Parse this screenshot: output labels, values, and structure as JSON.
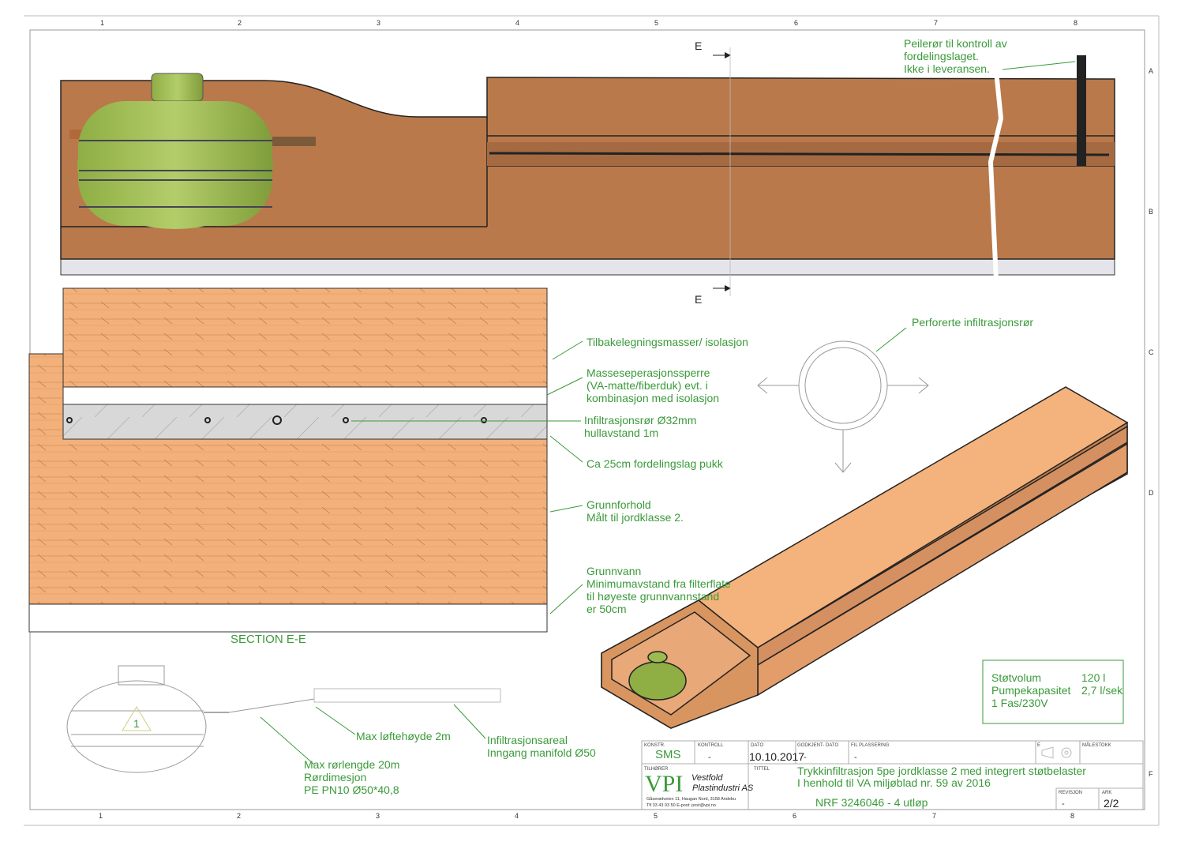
{
  "frame": {
    "columns": [
      "1",
      "2",
      "3",
      "4",
      "5",
      "6",
      "7",
      "8"
    ],
    "rows": [
      "A",
      "B",
      "C",
      "D",
      "F"
    ]
  },
  "elevation": {
    "section_marker": "E",
    "note": [
      "Peilerør til kontroll av",
      "fordelingslaget.",
      "Ikke i leveransen."
    ]
  },
  "section": {
    "title": "SECTION E-E",
    "labels": {
      "backfill": "Tilbakelegningsmasser/ isolasjon",
      "separation": [
        "Masseseperasjonssperre",
        "(VA-matte/fiberduk) evt. i",
        "kombinasjon med isolasjon"
      ],
      "pipe": [
        "Infiltrasjonsrør Ø32mm",
        "hullavstand 1m"
      ],
      "gravel": "Ca 25cm fordelingslag pukk",
      "ground": [
        "Grunnforhold",
        "Målt til jordklasse 2."
      ],
      "groundwater": [
        "Grunnvann",
        "Minimumavstand fra filterflate",
        "til høyeste grunnvannstand",
        "er 50cm"
      ]
    }
  },
  "pipe_detail": {
    "label": "Perforerte infiltrasjonsrør"
  },
  "schematic": {
    "tank_number": "1",
    "lift_height": "Max løftehøyde 2m",
    "area": [
      "Infiltrasjonsareal",
      "Inngang manifold Ø50"
    ],
    "pipe": [
      "Max rørlengde 20m",
      "Rørdimesjon",
      "PE PN10 Ø50*40,8"
    ]
  },
  "specs": {
    "rows": [
      {
        "label": "Støtvolum",
        "value": "120 l"
      },
      {
        "label": "Pumpekapasitet",
        "value": "2,7 l/sek"
      }
    ],
    "power": "1 Fas/230V"
  },
  "title_block": {
    "konstr_label": "KONSTR.",
    "konstr": "SMS",
    "kontroll_label": "KONTROLL",
    "kontroll": "-",
    "dato_label": "DATO",
    "dato": "10.10.2017",
    "godkjent_label": "GODKJENT- DATO",
    "godkjent": "-",
    "fil_label": "FIL PLASSERING",
    "fil": "-",
    "projection_label": "E",
    "malestokk_label": "MÅLESTOKK",
    "tilhorer_label": "TILHØRER",
    "logo": "VPI",
    "company": [
      "Vestfold",
      "Plastindustri AS"
    ],
    "address": "Gåserødveien 11, Haugan Nord, 3158 Andebu",
    "contact": "Tlf 33 43 03 50   E-post: post@vpi.no",
    "tittel_label": "TITTEL",
    "title": [
      "Trykkinfiltrasjon 5pe jordklasse 2 med integrert støtbelaster",
      "I henhold til VA miljøblad nr. 59 av 2016"
    ],
    "drawing_no": "NRF 3246046 - 4 utløp",
    "revisjon_label": "REVISJON",
    "revisjon": "-",
    "ark_label": "ARK",
    "ark": "2/2"
  },
  "colors": {
    "soil": "#b9794b",
    "wood": "#f0a873",
    "tank": "#9cbb50",
    "text": "#3a9a3a"
  }
}
